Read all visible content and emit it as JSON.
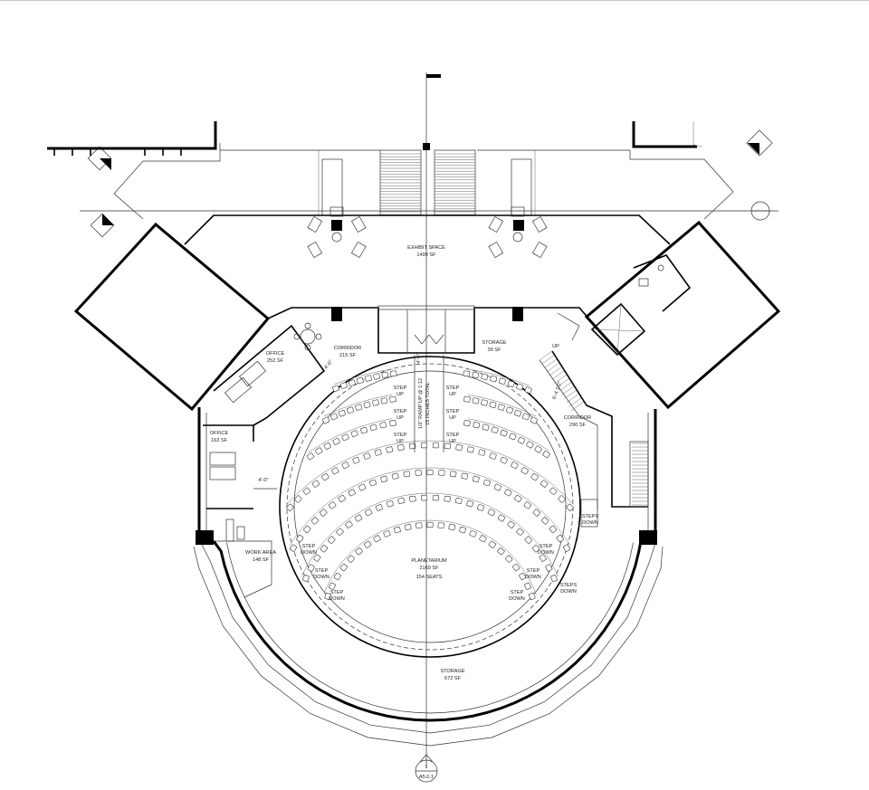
{
  "rooms": {
    "exhibit": {
      "name": "EXHIBIT SPACE",
      "area": "1499 SF"
    },
    "office_1": {
      "name": "OFFICE",
      "area": "252 SF"
    },
    "office_2": {
      "name": "OFFICE",
      "area": "163 SF"
    },
    "corridor_left": {
      "name": "CORRIDOR",
      "area": "215 SF"
    },
    "storage_small": {
      "name": "STORAGE",
      "area": "39 SF"
    },
    "corridor_right": {
      "name": "CORRIDOR",
      "area": "290 SF"
    },
    "work_area": {
      "name": "WORK AREA",
      "area": "148 SF"
    },
    "planetarium": {
      "name": "PLANETARIUM",
      "area": "2169 SF",
      "seats": "154 SEATS"
    },
    "storage_large": {
      "name": "STORAGE",
      "area": "672 SF"
    }
  },
  "annotations": {
    "step": "STEP",
    "up": "UP",
    "down": "DOWN",
    "steps": "STEPS",
    "stair_up": "UP",
    "ramp": "1/2\" RAMP UP @ 1:12",
    "ramp_total": "15 INCHES TOTAL",
    "dim_left_corridor": "4'-0\"",
    "dim_work": "4'-0\"",
    "dim_door": "4'-0\"",
    "dim_stair": "6'-4 1/2\""
  },
  "section_marker": {
    "number": "1",
    "sheet": "A5.0.1"
  }
}
